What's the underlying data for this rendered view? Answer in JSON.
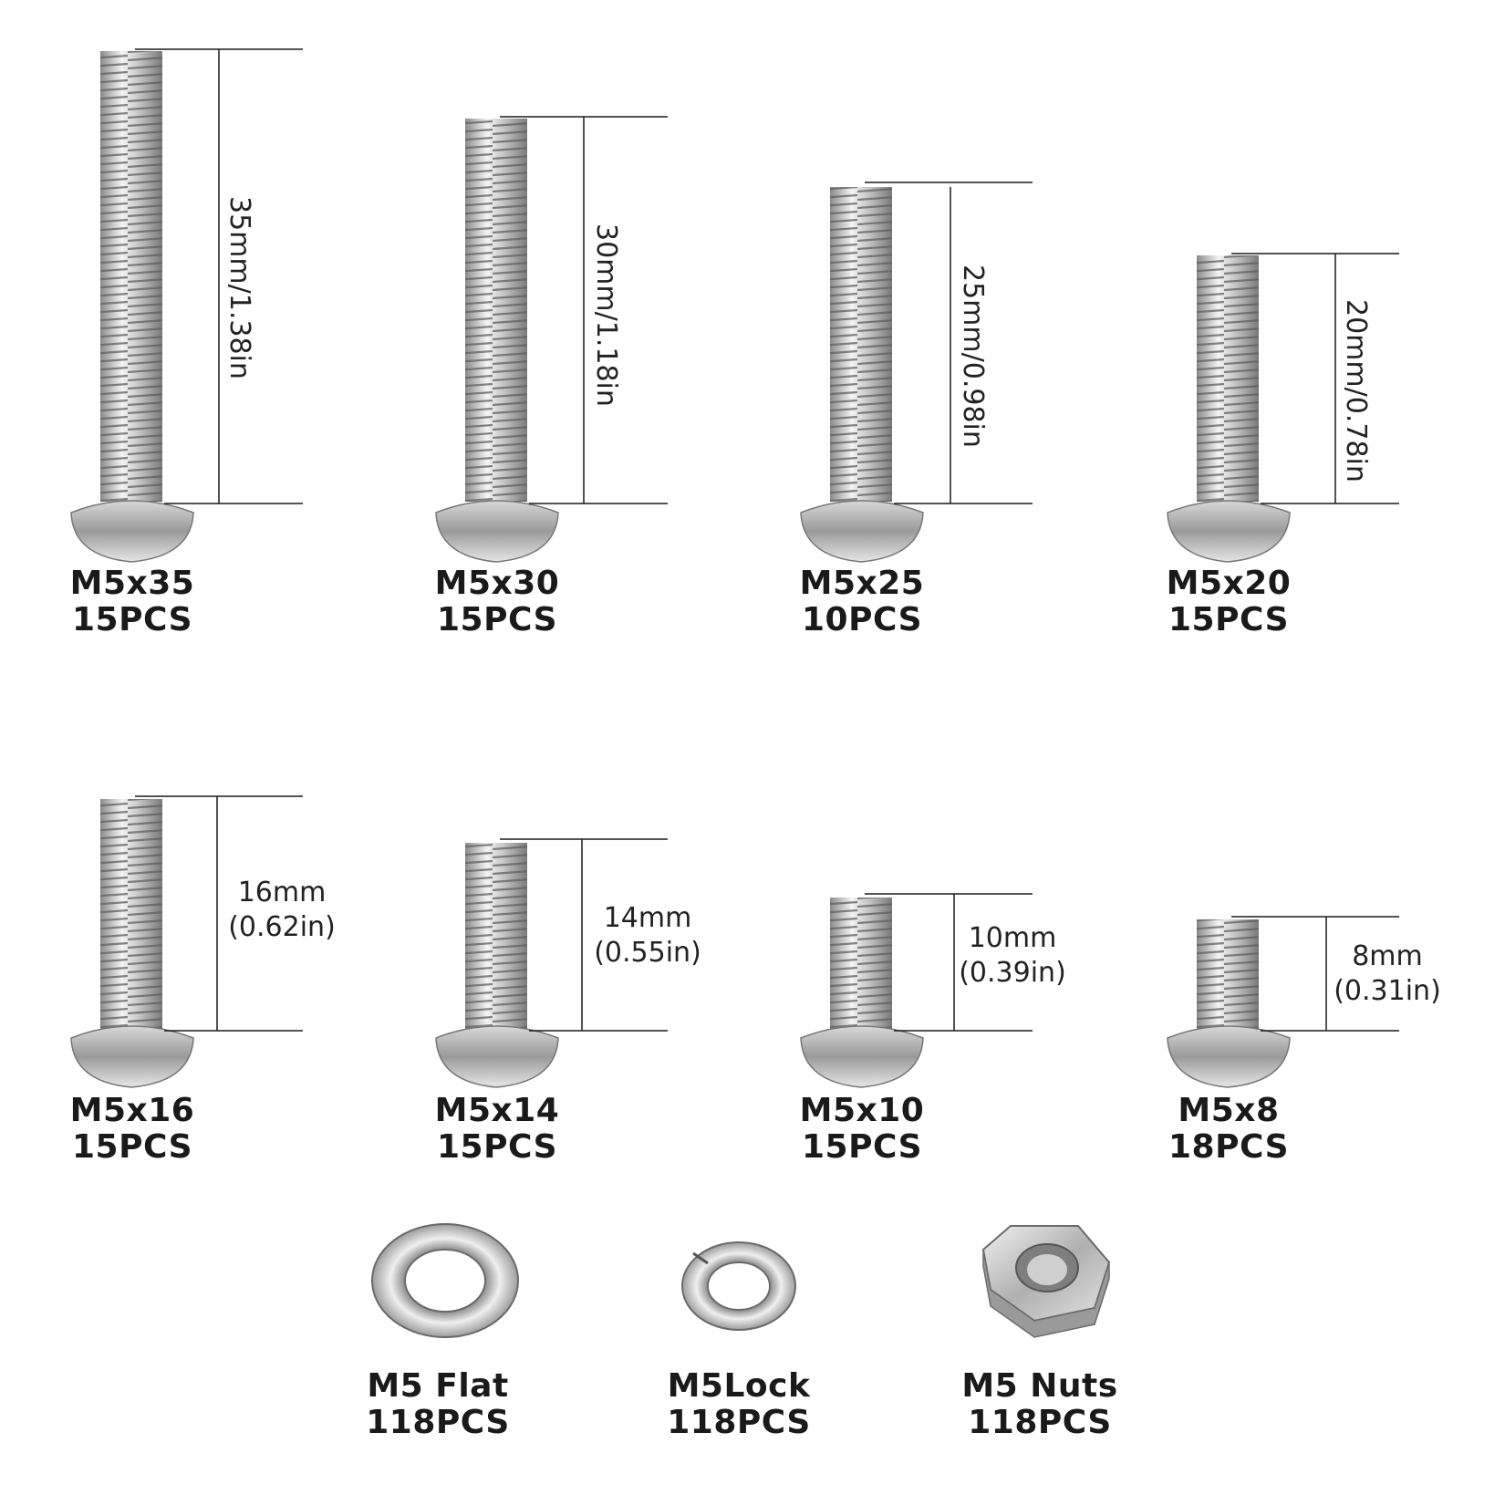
{
  "screws": [
    {
      "name": "M5x35",
      "qty": "15PCS",
      "dimension": "35mm/1.38in",
      "dimension_style": "vertical",
      "length_mm": 35
    },
    {
      "name": "M5x30",
      "qty": "15PCS",
      "dimension": "30mm/1.18in",
      "dimension_style": "vertical",
      "length_mm": 30
    },
    {
      "name": "M5x25",
      "qty": "10PCS",
      "dimension": "25mm/0.98in",
      "dimension_style": "vertical",
      "length_mm": 25
    },
    {
      "name": "M5x20",
      "qty": "15PCS",
      "dimension": "20mm/0.78in",
      "dimension_style": "vertical",
      "length_mm": 20
    },
    {
      "name": "M5x16",
      "qty": "15PCS",
      "dimension_mm": "16mm",
      "dimension_in": "(0.62in)",
      "dimension_style": "horizontal",
      "length_mm": 16
    },
    {
      "name": "M5x14",
      "qty": "15PCS",
      "dimension_mm": "14mm",
      "dimension_in": "(0.55in)",
      "dimension_style": "horizontal",
      "length_mm": 14
    },
    {
      "name": "M5x10",
      "qty": "15PCS",
      "dimension_mm": "10mm",
      "dimension_in": "(0.39in)",
      "dimension_style": "horizontal",
      "length_mm": 10
    },
    {
      "name": "M5x8",
      "qty": "18PCS",
      "dimension_mm": "8mm",
      "dimension_in": "(0.31in)",
      "dimension_style": "horizontal",
      "length_mm": 8
    }
  ],
  "hardware": [
    {
      "name": "M5 Flat",
      "qty": "118PCS",
      "icon": "flat-washer-icon"
    },
    {
      "name": "M5Lock",
      "qty": "118PCS",
      "icon": "lock-washer-icon"
    },
    {
      "name": "M5 Nuts",
      "qty": "118PCS",
      "icon": "hex-nut-icon"
    }
  ],
  "colors": {
    "steel_light": "#f2f2f2",
    "steel_mid": "#b9b9b9",
    "steel_dark": "#6e6e6e",
    "line": "#1a1a1a"
  }
}
